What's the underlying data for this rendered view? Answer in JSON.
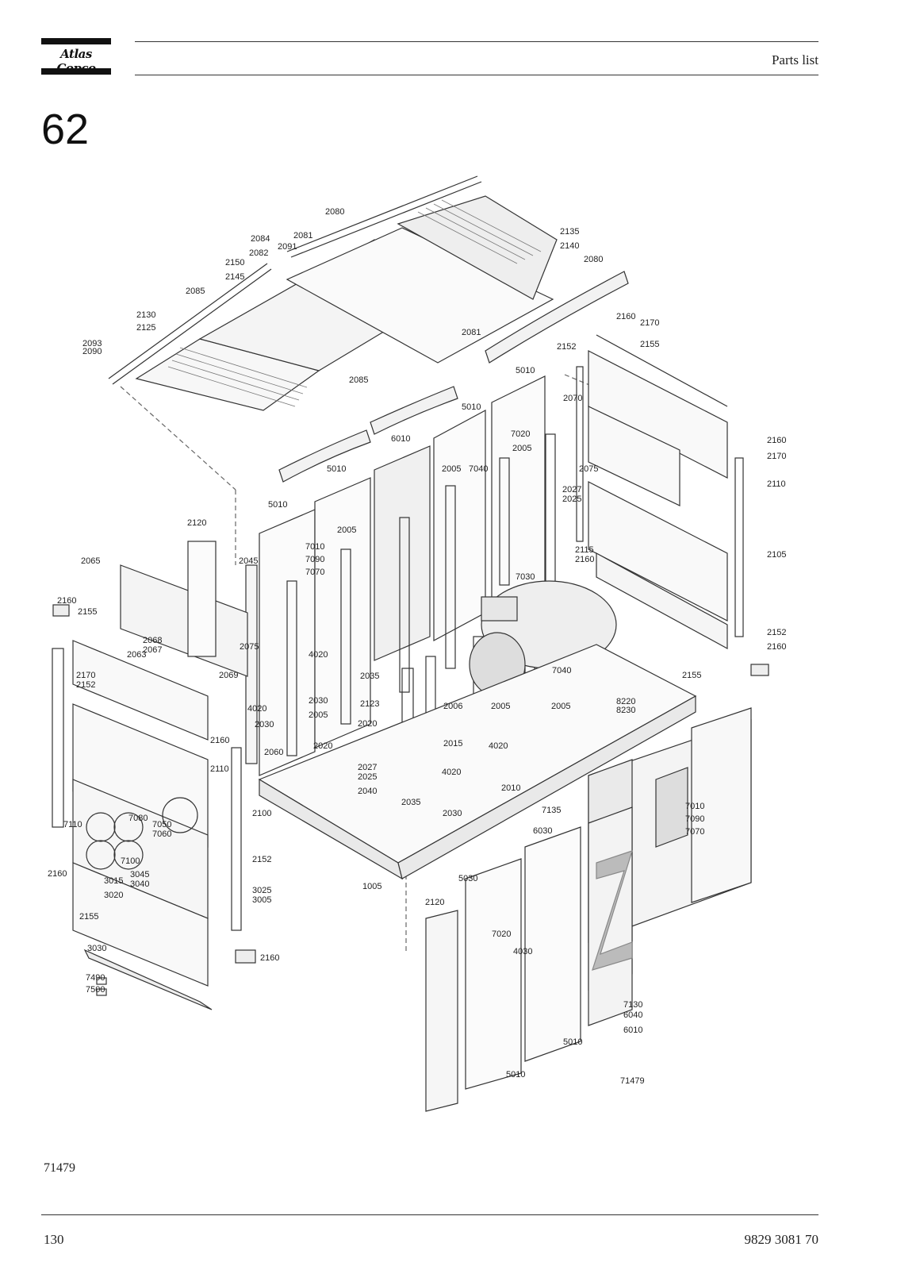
{
  "header": {
    "brand": "Atlas Copco",
    "section": "Parts list"
  },
  "chapter_number": "62",
  "figure": {
    "code_on_drawing": "71479",
    "caption": "71479",
    "part_labels": [
      "2080",
      "2084",
      "2091",
      "2081",
      "2082",
      "2150",
      "2145",
      "2085",
      "2130",
      "2125",
      "2093",
      "2090",
      "2135",
      "2140",
      "2080",
      "2081",
      "2160",
      "2170",
      "2152",
      "2155",
      "5010",
      "2085",
      "2070",
      "2160",
      "2170",
      "7020",
      "2005",
      "5010",
      "6010",
      "5010",
      "2005",
      "7040",
      "2075",
      "2110",
      "2027",
      "2025",
      "2005",
      "5010",
      "7010",
      "7090",
      "7070",
      "2120",
      "2045",
      "2115",
      "2160",
      "2105",
      "7030",
      "2065",
      "2160",
      "2155",
      "2068",
      "2067",
      "2075",
      "2063",
      "2069",
      "2170",
      "2152",
      "4020",
      "2035",
      "2030",
      "2123",
      "2005",
      "2006",
      "2005",
      "2005",
      "7040",
      "2152",
      "2160",
      "2155",
      "8220",
      "8230",
      "4020",
      "2030",
      "2020",
      "2060",
      "2020",
      "2160",
      "2110",
      "2015",
      "4020",
      "2027",
      "2025",
      "4020",
      "2010",
      "2040",
      "2035",
      "2030",
      "7135",
      "7010",
      "7090",
      "7070",
      "6030",
      "2100",
      "7110",
      "7080",
      "7050",
      "7060",
      "7100",
      "2152",
      "2160",
      "3015",
      "3045",
      "3040",
      "3020",
      "1005",
      "5030",
      "2120",
      "3025",
      "3005",
      "2155",
      "7020",
      "4030",
      "3030",
      "2160",
      "7490",
      "7500",
      "7130",
      "6040",
      "6010",
      "5010",
      "5010"
    ]
  },
  "footer": {
    "page_number": "130",
    "document_number": "9829 3081 70"
  }
}
